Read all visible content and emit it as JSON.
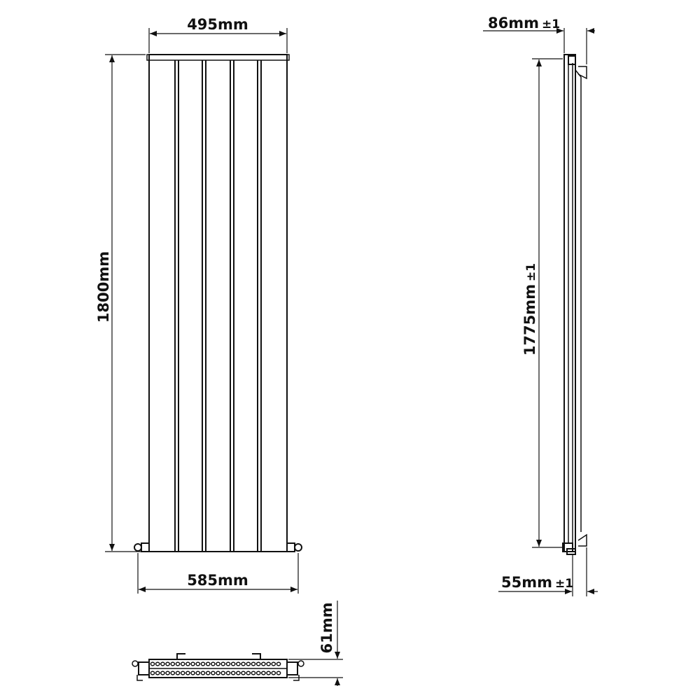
{
  "front_view": {
    "width_label": "495mm",
    "height_label": "1800mm",
    "pipe_centres_label": "585mm",
    "panel_count": 5
  },
  "side_view": {
    "depth_label": "86mm",
    "depth_tol": "±1",
    "bracket_height_label": "1775mm",
    "bracket_height_tol": "±1",
    "wall_gap_label": "55mm",
    "wall_gap_tol": "±1"
  },
  "bottom_view": {
    "depth_label": "61mm"
  },
  "colors": {
    "line": "#111111",
    "background": "#ffffff"
  }
}
